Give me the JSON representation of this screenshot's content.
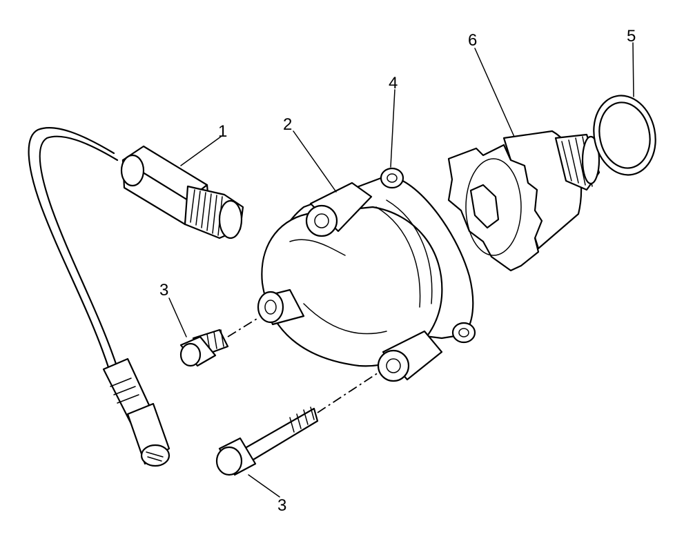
{
  "callouts": [
    {
      "id": "sensor",
      "label": "1"
    },
    {
      "id": "housing",
      "label": "2"
    },
    {
      "id": "screw-short",
      "label": "3"
    },
    {
      "id": "gasket",
      "label": "4"
    },
    {
      "id": "o-ring",
      "label": "5"
    },
    {
      "id": "drive-gear",
      "label": "6"
    },
    {
      "id": "screw-long",
      "label": "3"
    }
  ]
}
